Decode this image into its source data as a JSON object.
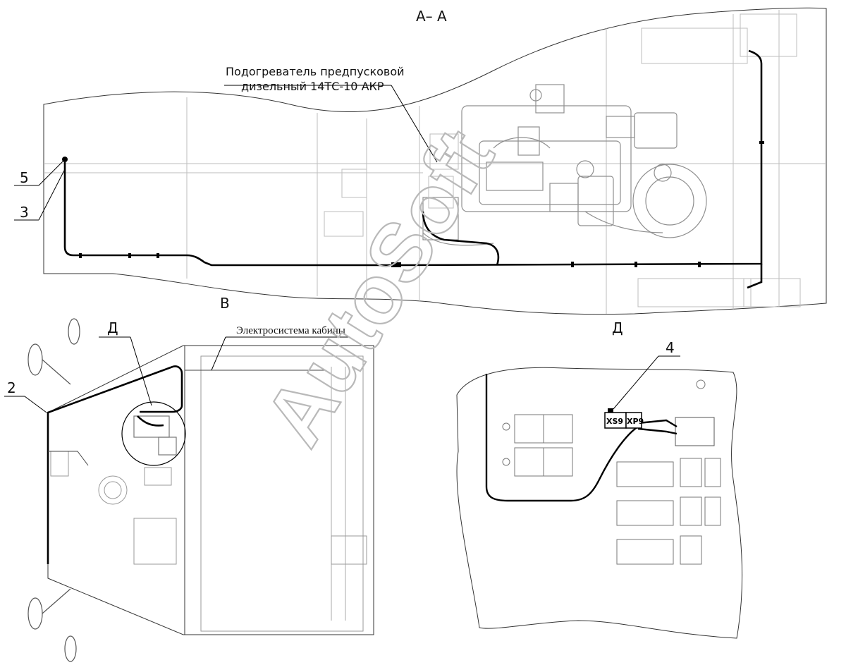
{
  "section_title": "А– А",
  "heater_label_line1": "Подогреватель предпусковой",
  "heater_label_line2": "дизельный 14ТС-10 АКР",
  "cab_system_label": "Электросистема кабины",
  "view_b_label": "В",
  "view_d_ref_label": "Д",
  "view_d_title": "Д",
  "callouts": [
    "2",
    "3",
    "4",
    "5"
  ],
  "connector_xs9": "XS9",
  "connector_xp9": "XP9",
  "watermark": "AutoSoft",
  "colors": {
    "line": "#222222",
    "detail": "#9a9a9a",
    "grid": "#cfcfcf",
    "harness": "#000000"
  }
}
